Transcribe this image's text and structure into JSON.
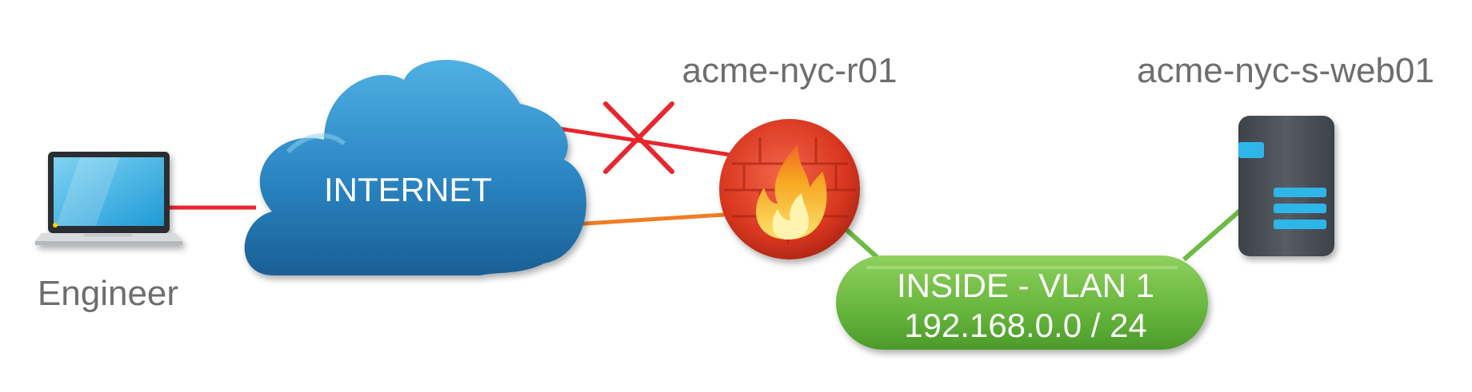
{
  "nodes": {
    "engineer": {
      "label": "Engineer",
      "icon": "laptop-icon"
    },
    "internet": {
      "label": "INTERNET",
      "icon": "cloud-icon"
    },
    "router": {
      "label": "acme-nyc-r01",
      "icon": "firewall-icon"
    },
    "server": {
      "label": "acme-nyc-s-web01",
      "icon": "server-icon"
    },
    "vlan": {
      "line1": "INSIDE - VLAN 1",
      "line2": "192.168.0.0 / 24"
    }
  },
  "links": [
    {
      "from": "engineer",
      "to": "internet",
      "color": "#e8262d"
    },
    {
      "from": "internet",
      "to": "router",
      "color": "#e8262d",
      "status": "blocked",
      "marker": "x-icon"
    },
    {
      "from": "internet",
      "to": "router",
      "color": "#f07d24"
    },
    {
      "from": "router",
      "to": "vlan",
      "color": "#6dbb45"
    },
    {
      "from": "vlan",
      "to": "server",
      "color": "#6dbb45"
    }
  ],
  "colors": {
    "cloud": "#2b86c3",
    "firewall": "#e0432a",
    "vlan": "#69b93f",
    "server": "#4a4f56",
    "server_accent": "#2fb6e9",
    "label": "#6e6e6e"
  }
}
